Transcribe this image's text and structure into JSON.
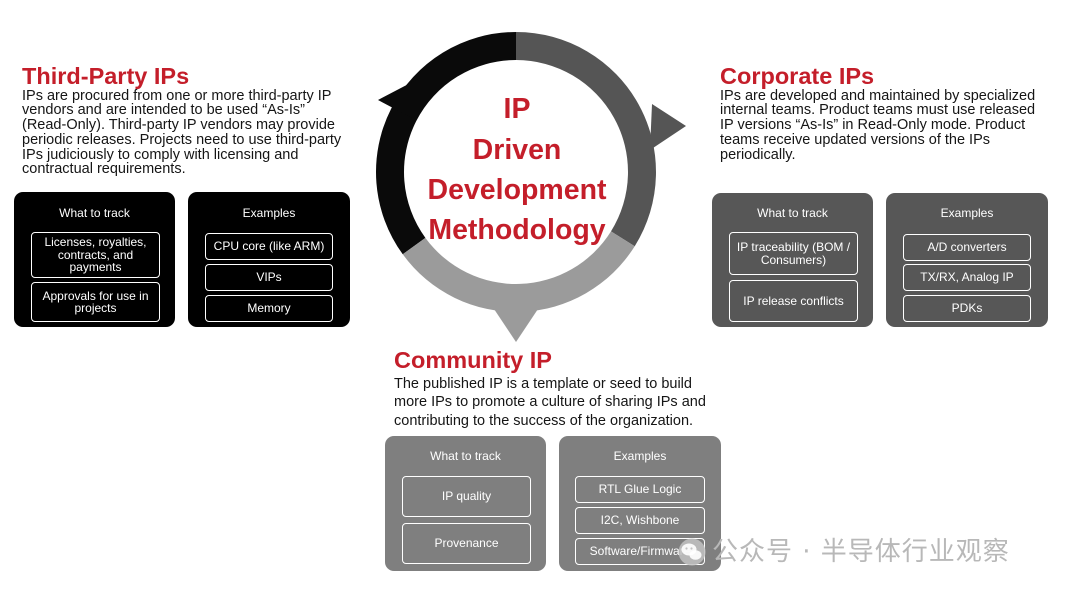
{
  "diagram": {
    "center_title_lines": [
      "IP",
      "Driven",
      "Development",
      "Methodology"
    ]
  },
  "third_party": {
    "title": "Third-Party IPs",
    "description_lines": [
      "IPs are procured from one or more third-party IP",
      "vendors and are intended to be used “As-Is”",
      "(Read-Only). Third-party IP vendors may provide",
      "periodic releases. Projects need to use third-party",
      "IPs judiciously to comply with licensing and",
      "contractual requirements."
    ],
    "track": {
      "heading": "What to track",
      "items": [
        "Licenses, royalties, contracts, and payments",
        "Approvals for use in projects"
      ]
    },
    "examples": {
      "heading": "Examples",
      "items": [
        "CPU core (like ARM)",
        "VIPs",
        "Memory"
      ]
    }
  },
  "corporate": {
    "title": "Corporate IPs",
    "description_lines": [
      "IPs are developed and maintained by specialized",
      "internal teams. Product teams must use released",
      "IP versions “As-Is” in Read-Only mode. Product",
      "teams receive updated versions of the IPs",
      "periodically."
    ],
    "track": {
      "heading": "What to track",
      "items": [
        "IP traceability (BOM / Consumers)",
        "IP release conflicts"
      ]
    },
    "examples": {
      "heading": "Examples",
      "items": [
        "A/D converters",
        "TX/RX, Analog IP",
        "PDKs"
      ]
    }
  },
  "community": {
    "title": "Community IP",
    "description_lines": [
      "The published IP is a template or seed to build",
      "more IPs to promote a culture of sharing IPs and",
      "contributing to the success of the organization."
    ],
    "track": {
      "heading": "What to track",
      "items": [
        "IP quality",
        "Provenance"
      ]
    },
    "examples": {
      "heading": "Examples",
      "items": [
        "RTL Glue Logic",
        "I2C, Wishbone",
        "Software/Firmware"
      ]
    }
  },
  "watermark": {
    "icon": "wechat-icon",
    "text": "公众号 · 半导体行业观察"
  },
  "colors": {
    "accent_red": "#c41e2a",
    "ring_black": "#0a0a0a",
    "ring_dark_gray": "#555555",
    "ring_light_gray": "#9b9b9b",
    "third_party_panel": "#000000",
    "corporate_panel": "#575757",
    "community_panel": "#7f7f7f",
    "watermark": "#b8b8b8"
  }
}
